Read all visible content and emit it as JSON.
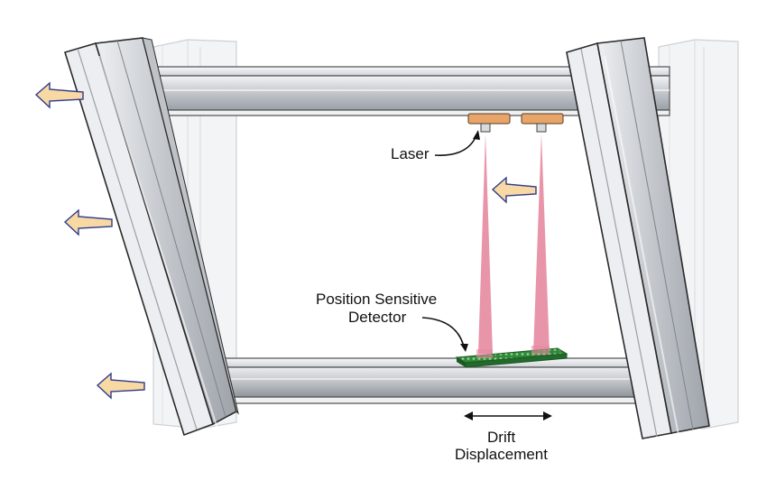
{
  "labels": {
    "laser": "Laser",
    "detector_line1": "Position Sensitive",
    "detector_line2": "Detector",
    "drift_line1": "Drift",
    "drift_line2": "Displacement"
  },
  "colors": {
    "beam_fill": "#e58aa0",
    "arrow_fill": "#f8d9a3",
    "arrow_stroke": "#2e3c8c",
    "detector_board": "#2f8a3a",
    "detector_dots": "#8fd08a",
    "laser_housing": "#e7a56a",
    "steel_light": "#e6e8eb",
    "steel_mid": "#b9bdc3",
    "steel_dark": "#8c9198",
    "ghost_column": "#f1f2f4",
    "outline": "#2a2a2a"
  },
  "icons": {
    "load_arrow": "arrow-left-icon",
    "drift_arrow": "double-arrow-icon",
    "pointer": "curved-arrow-icon"
  }
}
